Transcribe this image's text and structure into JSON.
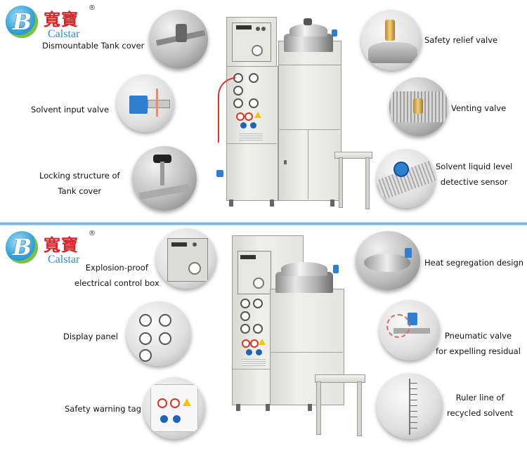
{
  "brand": {
    "mark_letter": "B",
    "chinese_name": "寬寶",
    "registered": "®",
    "english_name": "Calstar"
  },
  "top_panel": {
    "labels": {
      "tank_cover": "Dismountable Tank cover",
      "solvent_input": "Solvent input valve",
      "locking_line1": "Locking structure of",
      "locking_line2": "Tank cover",
      "safety_relief": "Safety relief valve",
      "venting": "Venting valve",
      "level_line1": "Solvent liquid level",
      "level_line2": "detective sensor"
    }
  },
  "bottom_panel": {
    "labels": {
      "explosion_line1": "Explosion-proof",
      "explosion_line2": "electrical control box",
      "display_panel": "Display panel",
      "safety_tag": "Safety warning tag",
      "heat_segregation": "Heat segregation design",
      "pneumatic_line1": "Pneumatic valve",
      "pneumatic_line2": "for expelling residual",
      "ruler_line1": "Ruler line of",
      "ruler_line2": "recycled solvent"
    }
  },
  "colors": {
    "brand_red": "#d6262b",
    "brand_blue": "#2a8fcf",
    "divider_blue": "#5aa7dc"
  }
}
